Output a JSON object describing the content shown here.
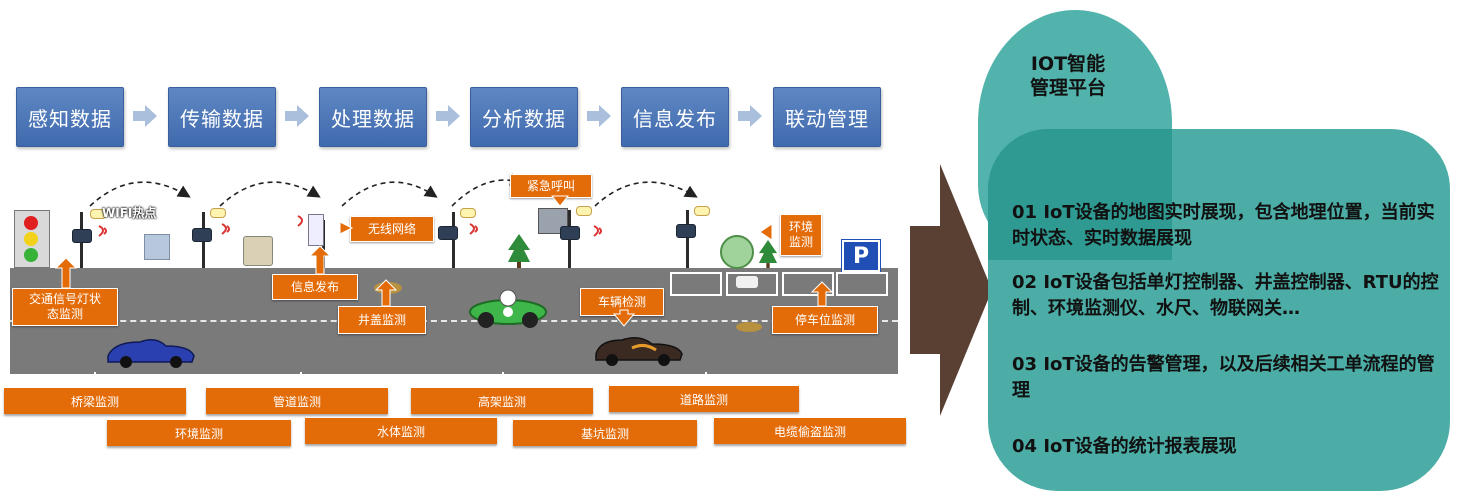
{
  "process_steps": [
    "感知数据",
    "传输数据",
    "处理数据",
    "分析数据",
    "信息发布",
    "联动管理"
  ],
  "scene_labels": {
    "wifi": "WIFI热点",
    "emergency": "紧急呼叫",
    "wireless": "无线网络",
    "environment": "环境\n监测",
    "traffic_light": "交通信号灯状\n态监测",
    "info_release": "信息发布",
    "manhole": "井盖监测",
    "vehicle": "车辆检测",
    "parking": "停车位监测",
    "parking_sign": "P"
  },
  "bottom_row1": [
    "桥梁监测",
    "管道监测",
    "高架监测",
    "道路监测"
  ],
  "bottom_row2": [
    "环境监测",
    "水体监测",
    "基坑监测",
    "电缆偷盗监测"
  ],
  "platform": {
    "title": "IOT智能\n管理平台",
    "items": [
      "01   IoT设备的地图实时展现，包含地理位置，当前实时状态、实时数据展现",
      "02   IoT设备包括单灯控制器、井盖控制器、RTU的控制、环境监测仪、水尺、物联网关…",
      "03   IoT设备的告警管理，以及后续相关工单流程的管理",
      "04   IoT设备的统计报表展现"
    ]
  },
  "colors": {
    "step_blue": "#4f7ab9",
    "label_orange": "#e36c09",
    "panel_teal": "#4bada6",
    "big_arrow": "#5a4033",
    "road_gray": "#7a7a7a"
  }
}
